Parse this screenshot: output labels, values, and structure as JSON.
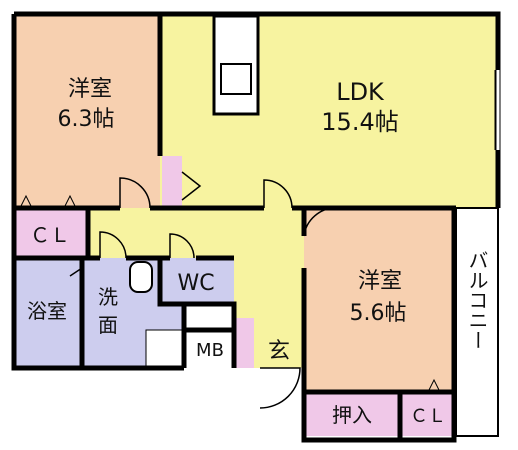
{
  "rooms": {
    "western_6_3": {
      "name": "洋室",
      "size": "6.3帖"
    },
    "ldk": {
      "name": "LDK",
      "size": "15.4帖"
    },
    "western_5_6": {
      "name": "洋室",
      "size": "5.6帖"
    },
    "closet_1": "ＣＬ",
    "closet_2": "ＣＬ",
    "bath": "浴室",
    "washroom": "洗\n面",
    "wc": "WC",
    "mb": "MB",
    "entrance": "玄",
    "oshiire": "押入",
    "balcony": "バルコニー"
  },
  "colors": {
    "western_room": "#f7d0b0",
    "ldk_hall": "#f7f3a0",
    "wet_area": "#cdcdee",
    "closet": "#f0c8e8",
    "balcony": "#ffffff",
    "wall": "#000000"
  }
}
